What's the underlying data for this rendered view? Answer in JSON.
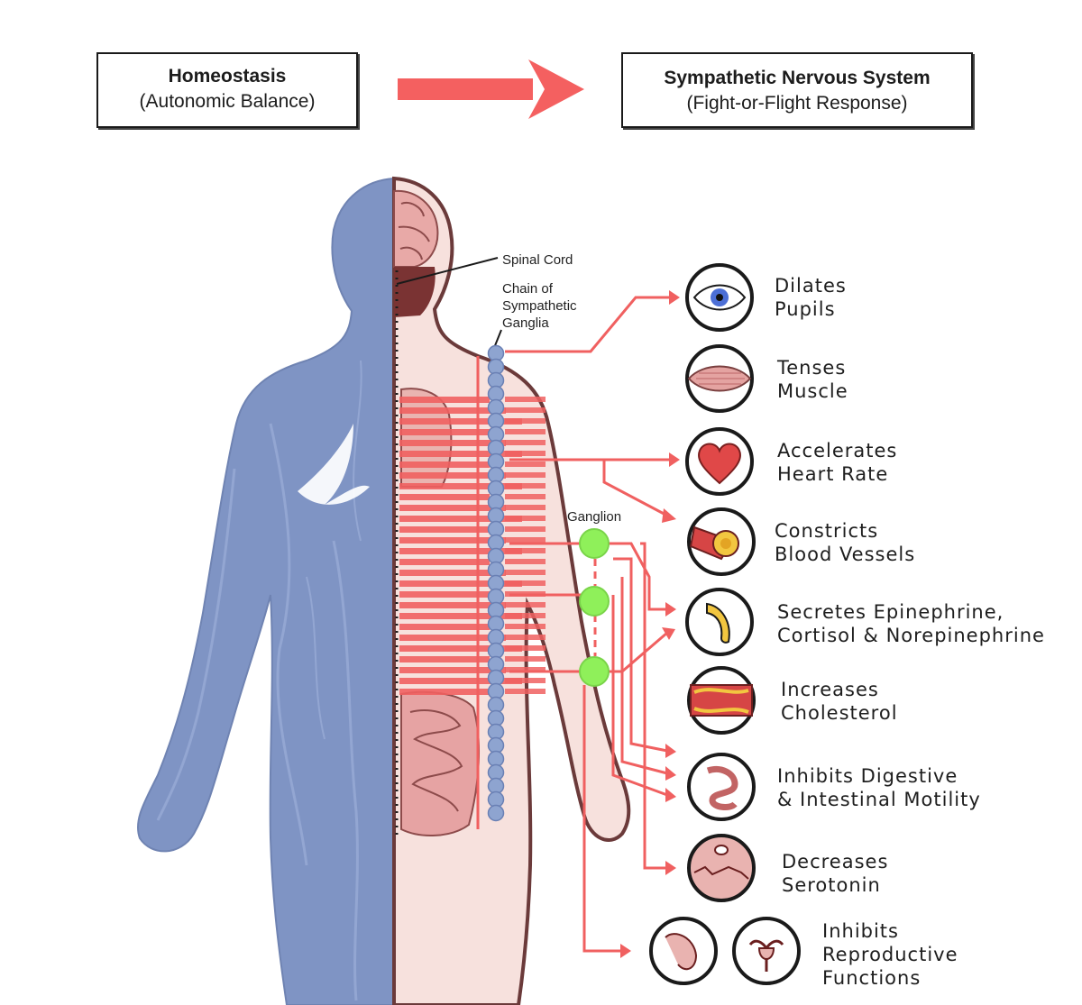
{
  "header": {
    "left_title": "Homeostasis",
    "left_subtitle": "(Autonomic Balance)",
    "right_title": "Sympathetic Nervous System",
    "right_subtitle": "(Fight-or-Flight Response)"
  },
  "labels": {
    "spinal_cord": "Spinal Cord",
    "chain_1": "Chain of",
    "chain_2": "Sympathetic",
    "chain_3": "Ganglia",
    "ganglion": "Ganglion"
  },
  "effects": [
    {
      "line1": "Dilates",
      "line2": "Pupils",
      "icon": "eye-icon"
    },
    {
      "line1": "Tenses",
      "line2": "Muscle",
      "icon": "muscle-icon"
    },
    {
      "line1": "Accelerates",
      "line2": "Heart Rate",
      "icon": "heart-icon"
    },
    {
      "line1": "Constricts",
      "line2": "Blood Vessels",
      "icon": "blood-vessel-icon"
    },
    {
      "line1": "Secretes Epinephrine,",
      "line2": "Cortisol & Norepinephrine",
      "icon": "adrenal-gland-icon"
    },
    {
      "line1": "Increases",
      "line2": "Cholesterol",
      "icon": "artery-plaque-icon"
    },
    {
      "line1": "Inhibits Digestive",
      "line2": "& Intestinal Motility",
      "icon": "intestine-icon"
    },
    {
      "line1": "Decreases",
      "line2": "Serotonin",
      "icon": "serotonin-tissue-icon"
    },
    {
      "line1": "Inhibits",
      "line2": "Reproductive",
      "line3": "Functions",
      "icon": "reproductive-icon"
    }
  ],
  "colors": {
    "nerve_red": "#f06060",
    "body_blue": "#7f94c4",
    "body_pink": "#f6dcd8",
    "ganglion_green": "#8ff05a",
    "chain_blue": "#8ea4d0"
  }
}
